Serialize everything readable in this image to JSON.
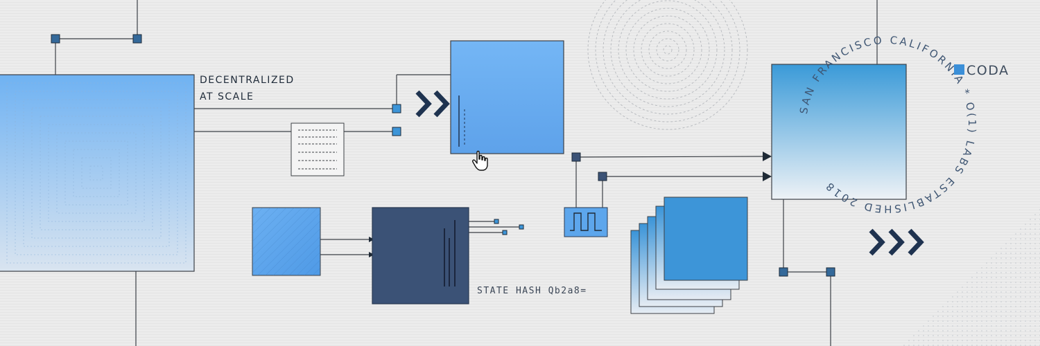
{
  "tagline": {
    "line1": "DECENTRALIZED",
    "line2": "AT SCALE"
  },
  "brand": {
    "name": "CODA",
    "color": "#3b8fd8"
  },
  "state_hash_label": "STATE HASH Qb2a8=",
  "seal": {
    "text": "SAN FRANCISCO CALIFORNIA  * O(1) LABS ESTABLISHED 2018 "
  },
  "colors": {
    "background": "#ececec",
    "line": "#3b3f45",
    "node": "#34699a",
    "node_light": "#3d95d8",
    "navy": "#3b5276",
    "chevron": "#1f3350",
    "seal_text": "#3f5673"
  },
  "icons": [
    "cursor-hand-icon",
    "chevron-icon",
    "pulse-wave-icon",
    "coda-logo-icon"
  ]
}
